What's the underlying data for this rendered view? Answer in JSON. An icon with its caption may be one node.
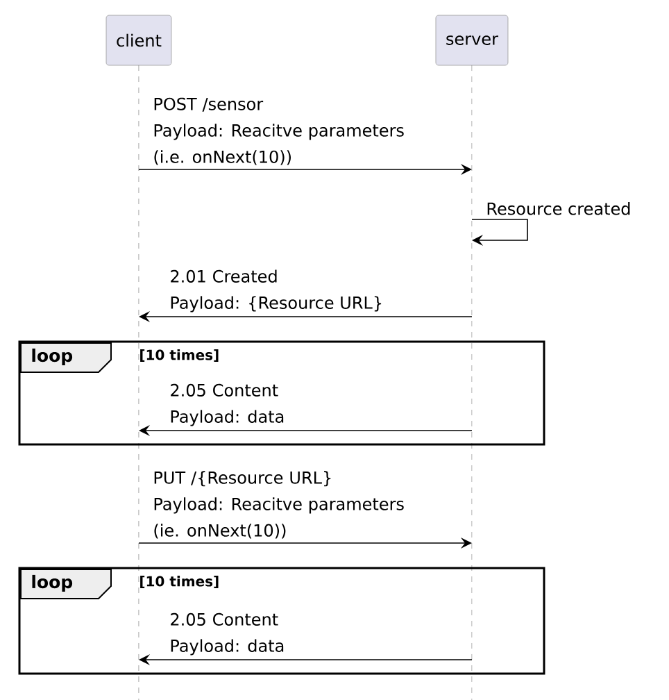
{
  "diagram": {
    "nodes": [
      {
        "text": [
          "client"
        ]
      },
      {
        "text": [
          "server"
        ]
      },
      {
        "text": [
          "loop",
          "[10 times]"
        ]
      },
      {
        "text": [
          "loop",
          "[10 times]"
        ]
      }
    ],
    "edges": [
      {
        "from": 0,
        "to": 1,
        "arrow": "to",
        "label": "POST /sensor Payload: Reacitve parameters (i.e. onNext(10))"
      },
      {
        "from": 1,
        "to": 1,
        "arrow": "to",
        "label": "Resource created"
      },
      {
        "from": 1,
        "to": 0,
        "arrow": "to",
        "label": "2.01 Created Payload: {Resource URL}"
      },
      {
        "from": 1,
        "to": 0,
        "arrow": "to",
        "label": "2.05 Content Payload: data"
      },
      {
        "from": 0,
        "to": 1,
        "arrow": "to",
        "label": "PUT /{Resource URL} Payload: Reacitve parameters (ie. onNext(10))"
      },
      {
        "from": 1,
        "to": 0,
        "arrow": "to",
        "label": "2.05 Content Payload: data"
      }
    ]
  }
}
